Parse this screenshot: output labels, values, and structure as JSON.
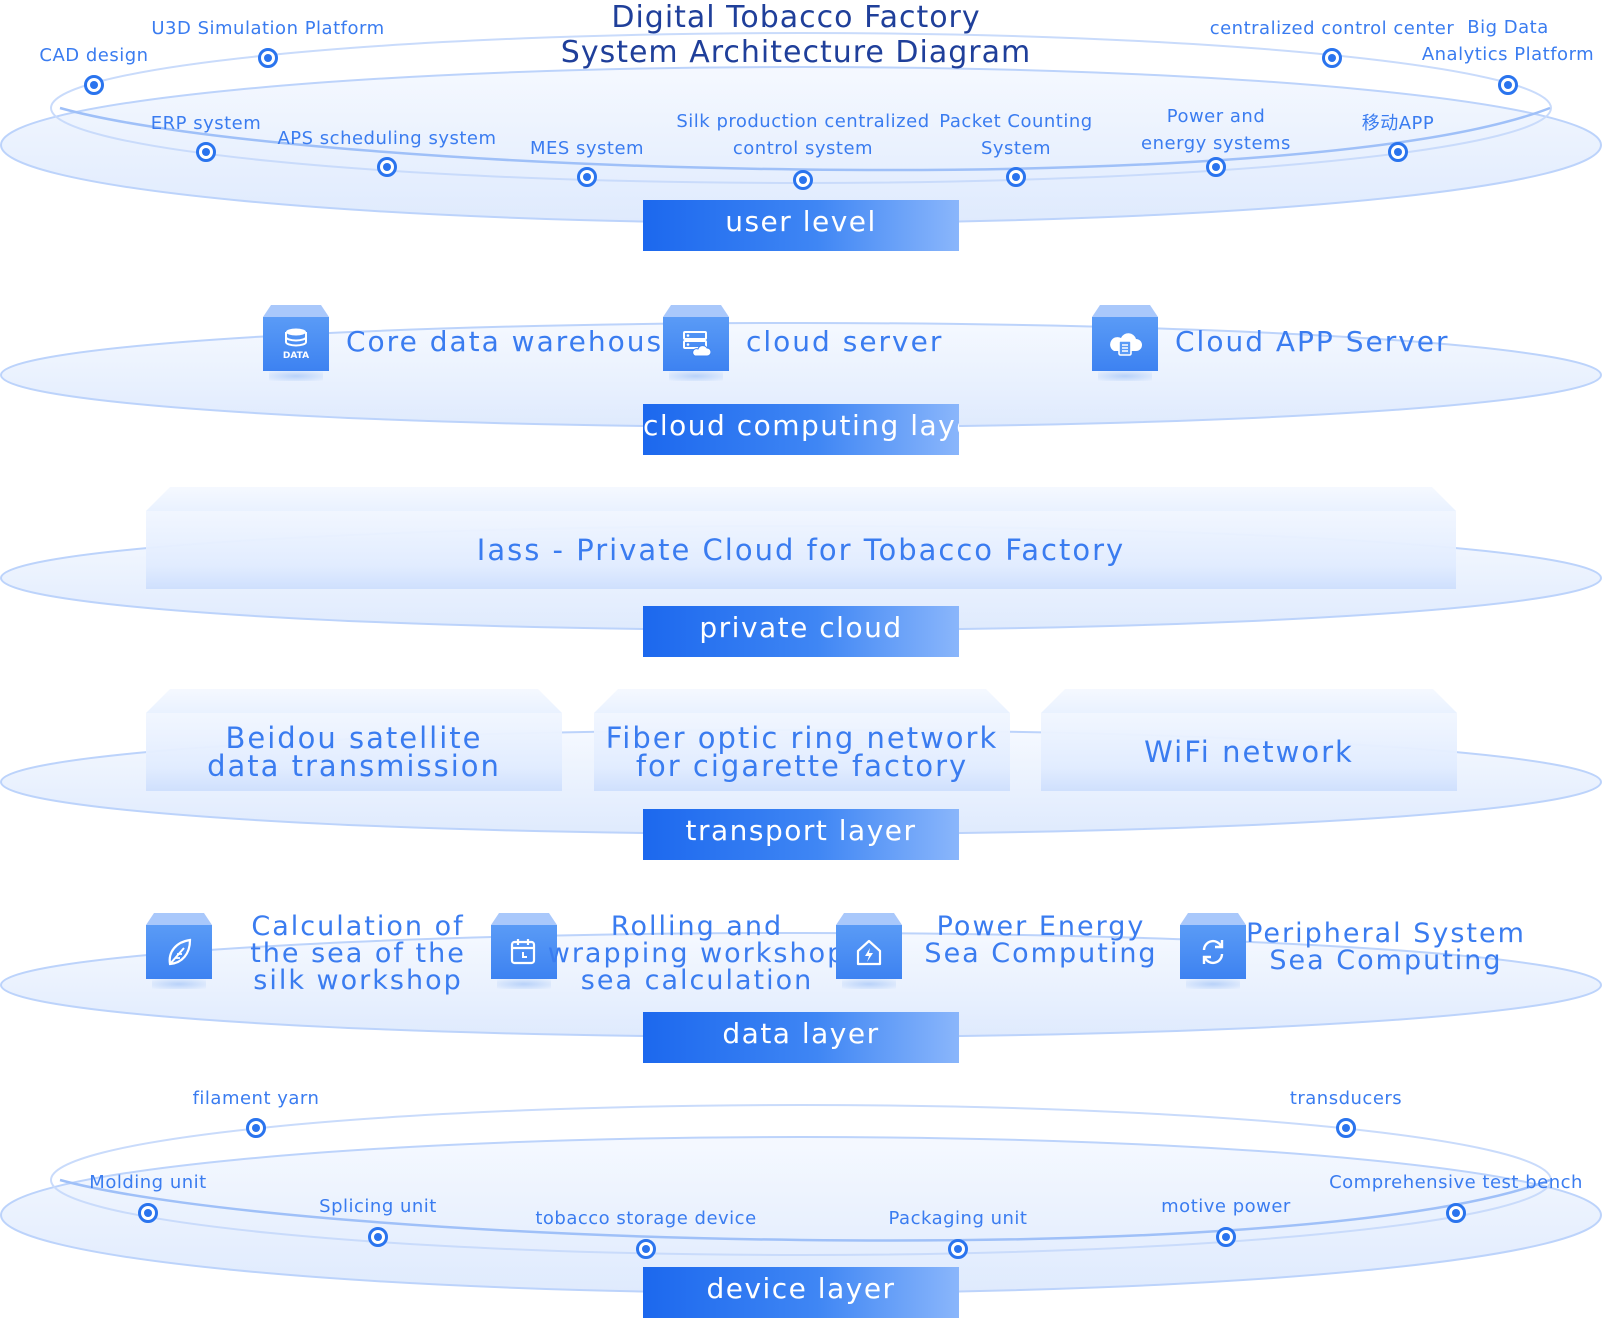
{
  "title": {
    "line1": "Digital Tobacco Factory",
    "line2": "System Architecture Diagram"
  },
  "layers": {
    "user": "user level",
    "cloud": "cloud computing layer",
    "private": "private cloud",
    "transport": "transport layer",
    "data": "data layer",
    "device": "device layer"
  },
  "user_level": {
    "nodes": [
      {
        "label": "CAD design"
      },
      {
        "label": "U3D Simulation Platform"
      },
      {
        "label": "centralized control center"
      },
      {
        "label": "Big Data\nAnalytics Platform"
      },
      {
        "label": "ERP system"
      },
      {
        "label": "APS scheduling system"
      },
      {
        "label": "MES system"
      },
      {
        "label": "Silk production centralized\ncontrol system"
      },
      {
        "label": "Packet Counting\nSystem"
      },
      {
        "label": "Power and\nenergy systems"
      },
      {
        "label": "移动APP"
      }
    ]
  },
  "cloud_layer": {
    "items": [
      {
        "label": "Core data warehouse",
        "icon": "database-icon",
        "icon_text": "DATA"
      },
      {
        "label": "cloud server",
        "icon": "cloud-server-icon"
      },
      {
        "label": "Cloud APP Server",
        "icon": "cloud-app-icon"
      }
    ]
  },
  "private_cloud": {
    "label": "Iass - Private Cloud for Tobacco Factory"
  },
  "transport": {
    "items": [
      {
        "label": "Beidou satellite\ndata transmission"
      },
      {
        "label": "Fiber optic ring network\nfor cigarette factory"
      },
      {
        "label": "WiFi network"
      }
    ]
  },
  "data_layer": {
    "items": [
      {
        "label": "Calculation of\nthe sea of the\nsilk workshop",
        "icon": "leaf-icon"
      },
      {
        "label": "Rolling and\nwrapping workshop\nsea calculation",
        "icon": "calendar-clock-icon"
      },
      {
        "label": "Power Energy\nSea Computing",
        "icon": "lightning-house-icon"
      },
      {
        "label": "Peripheral System\nSea Computing",
        "icon": "refresh-icon"
      }
    ]
  },
  "device_layer": {
    "nodes": [
      {
        "label": "filament yarn"
      },
      {
        "label": "transducers"
      },
      {
        "label": "Molding unit"
      },
      {
        "label": "Splicing unit"
      },
      {
        "label": "tobacco storage device"
      },
      {
        "label": "Packaging unit"
      },
      {
        "label": "motive power"
      },
      {
        "label": "Comprehensive test bench"
      }
    ]
  },
  "colors": {
    "title": "#1f3f9a",
    "accent": "#2a74ee",
    "text": "#3a7cf0",
    "label_gradient_start": "#1c68ee",
    "label_gradient_end": "#8ab6fb"
  }
}
